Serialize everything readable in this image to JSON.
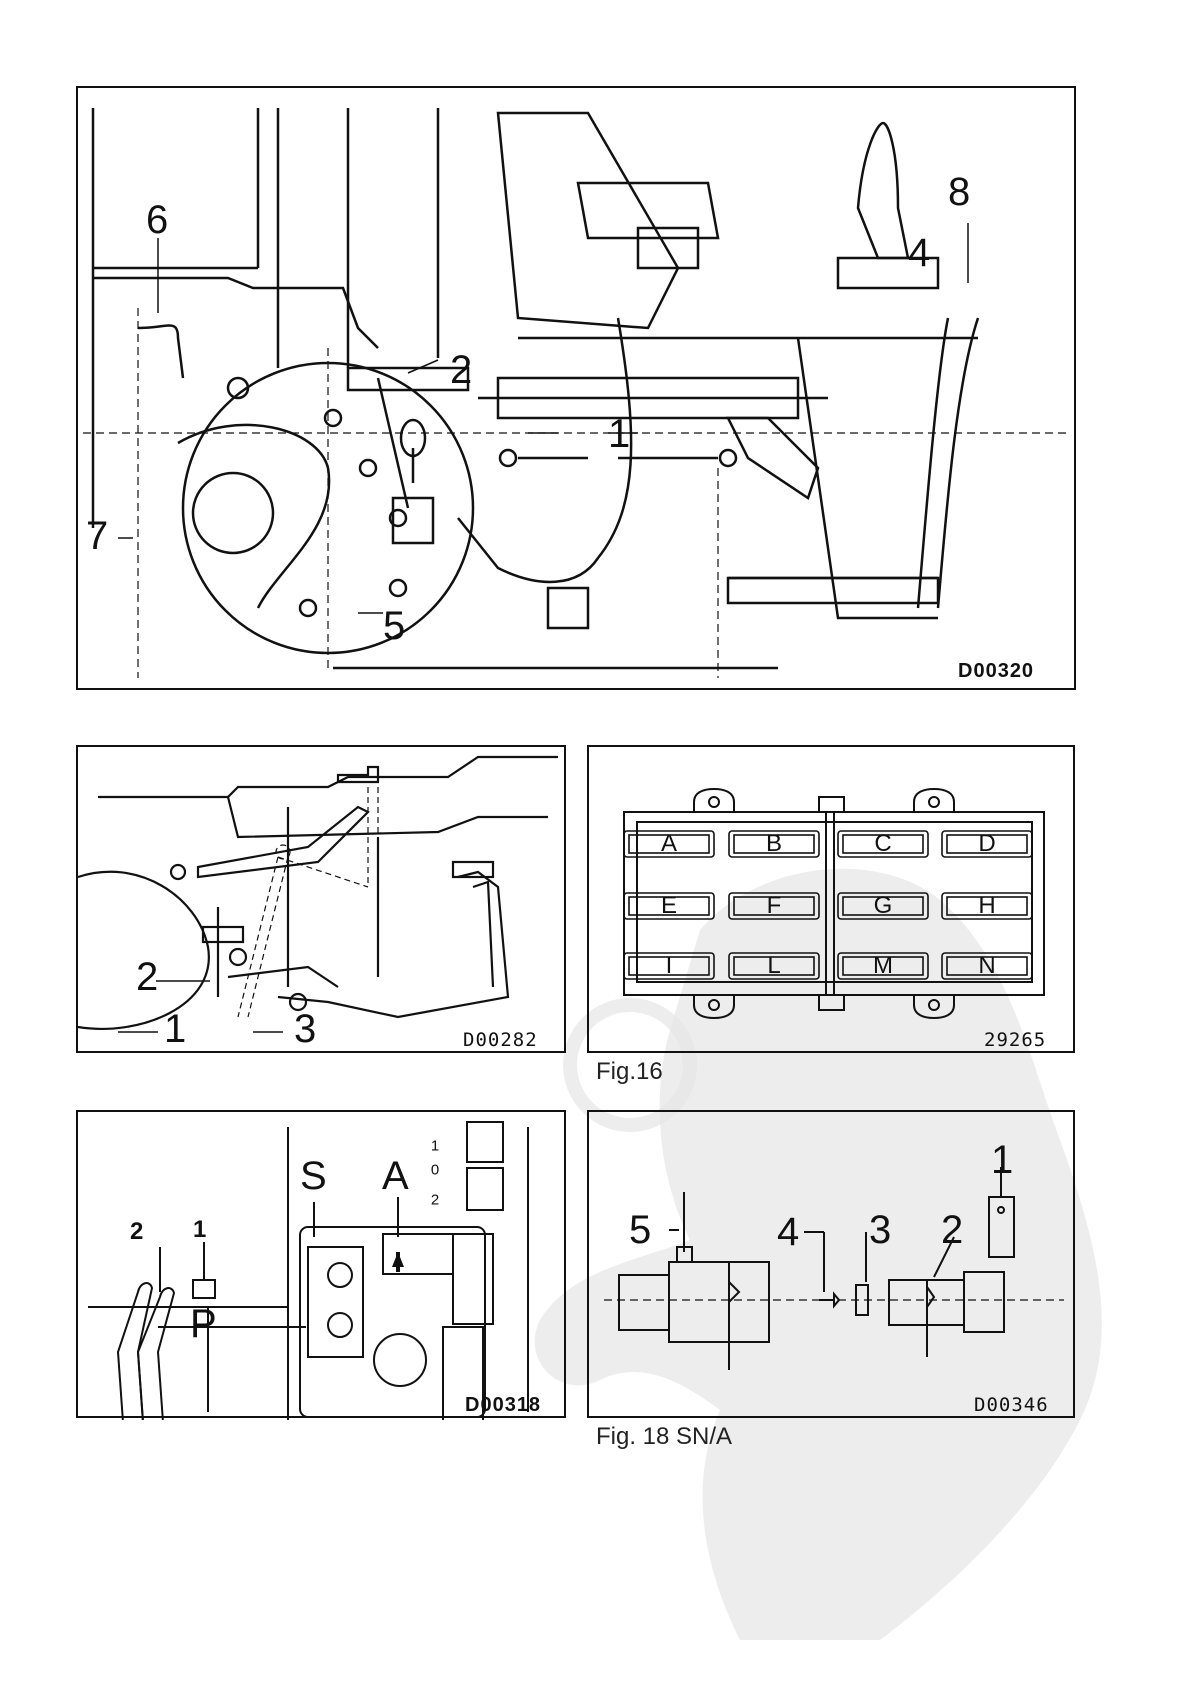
{
  "figures": {
    "fig_top": {
      "code": "D00320",
      "callouts": [
        "1",
        "2",
        "4",
        "5",
        "6",
        "7",
        "8"
      ]
    },
    "fig_mid_left": {
      "code": "D00282",
      "callouts": [
        "1",
        "2",
        "3"
      ]
    },
    "fig_16": {
      "code": "29265",
      "caption": "Fig.16",
      "fuses": [
        "A",
        "B",
        "C",
        "D",
        "E",
        "F",
        "G",
        "H",
        "I",
        "L",
        "M",
        "N"
      ]
    },
    "fig_bottom_left": {
      "code": "D00318",
      "callouts": [
        "1",
        "2",
        "S",
        "A",
        "P"
      ],
      "indicator_labels": [
        "1",
        "0",
        "2"
      ]
    },
    "fig_18": {
      "code": "D00346",
      "caption": "Fig. 18 SN/A",
      "callouts": [
        "1",
        "2",
        "3",
        "4",
        "5"
      ]
    }
  }
}
